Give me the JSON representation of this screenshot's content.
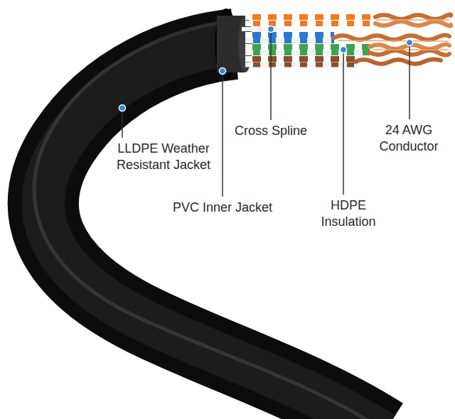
{
  "diagram": {
    "labels": [
      "LLDPE Weather Resistant Jacket",
      "PVC Inner Jacket",
      "Cross Spline",
      "HDPE Insulation",
      "24 AWG Conductor"
    ]
  }
}
